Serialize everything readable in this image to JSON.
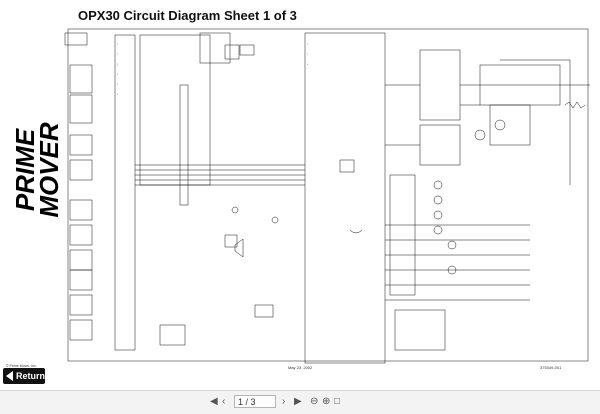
{
  "document": {
    "title": "OPX30 Circuit Diagram Sheet 1 of 3",
    "brand_line1": "PRIME",
    "brand_line2": "MOVER",
    "date": "May 23, 2002",
    "doc_number": "375349-001",
    "copyright": "© Prime Mover, Inc."
  },
  "return_button": {
    "label": "Return"
  },
  "toolbar": {
    "page_indicator": "1 / 3",
    "first_icon": "first-page-icon",
    "prev_icon": "previous-page-icon",
    "next_icon": "next-page-icon",
    "last_icon": "last-page-icon"
  }
}
